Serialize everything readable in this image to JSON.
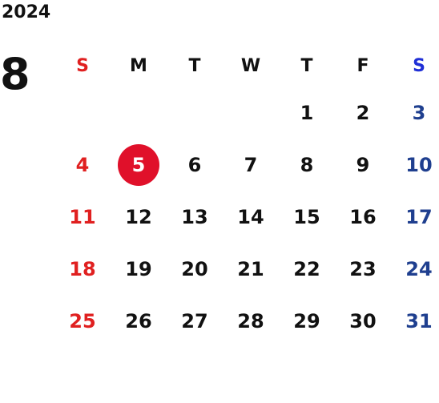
{
  "header": {
    "year": "2024",
    "month": "8"
  },
  "weekdays": [
    "S",
    "M",
    "T",
    "W",
    "T",
    "F",
    "S"
  ],
  "weeks": [
    [
      "",
      "",
      "",
      "",
      "1",
      "2",
      "3"
    ],
    [
      "4",
      "5",
      "6",
      "7",
      "8",
      "9",
      "10"
    ],
    [
      "11",
      "12",
      "13",
      "14",
      "15",
      "16",
      "17"
    ],
    [
      "18",
      "19",
      "20",
      "21",
      "22",
      "23",
      "24"
    ],
    [
      "25",
      "26",
      "27",
      "28",
      "29",
      "30",
      "31"
    ]
  ],
  "highlighted_day": "5",
  "colors": {
    "sunday": "#e02020",
    "saturday_label": "#1f2fd6",
    "saturday": "#1f3f8f",
    "today_circle": "#e0102a"
  }
}
